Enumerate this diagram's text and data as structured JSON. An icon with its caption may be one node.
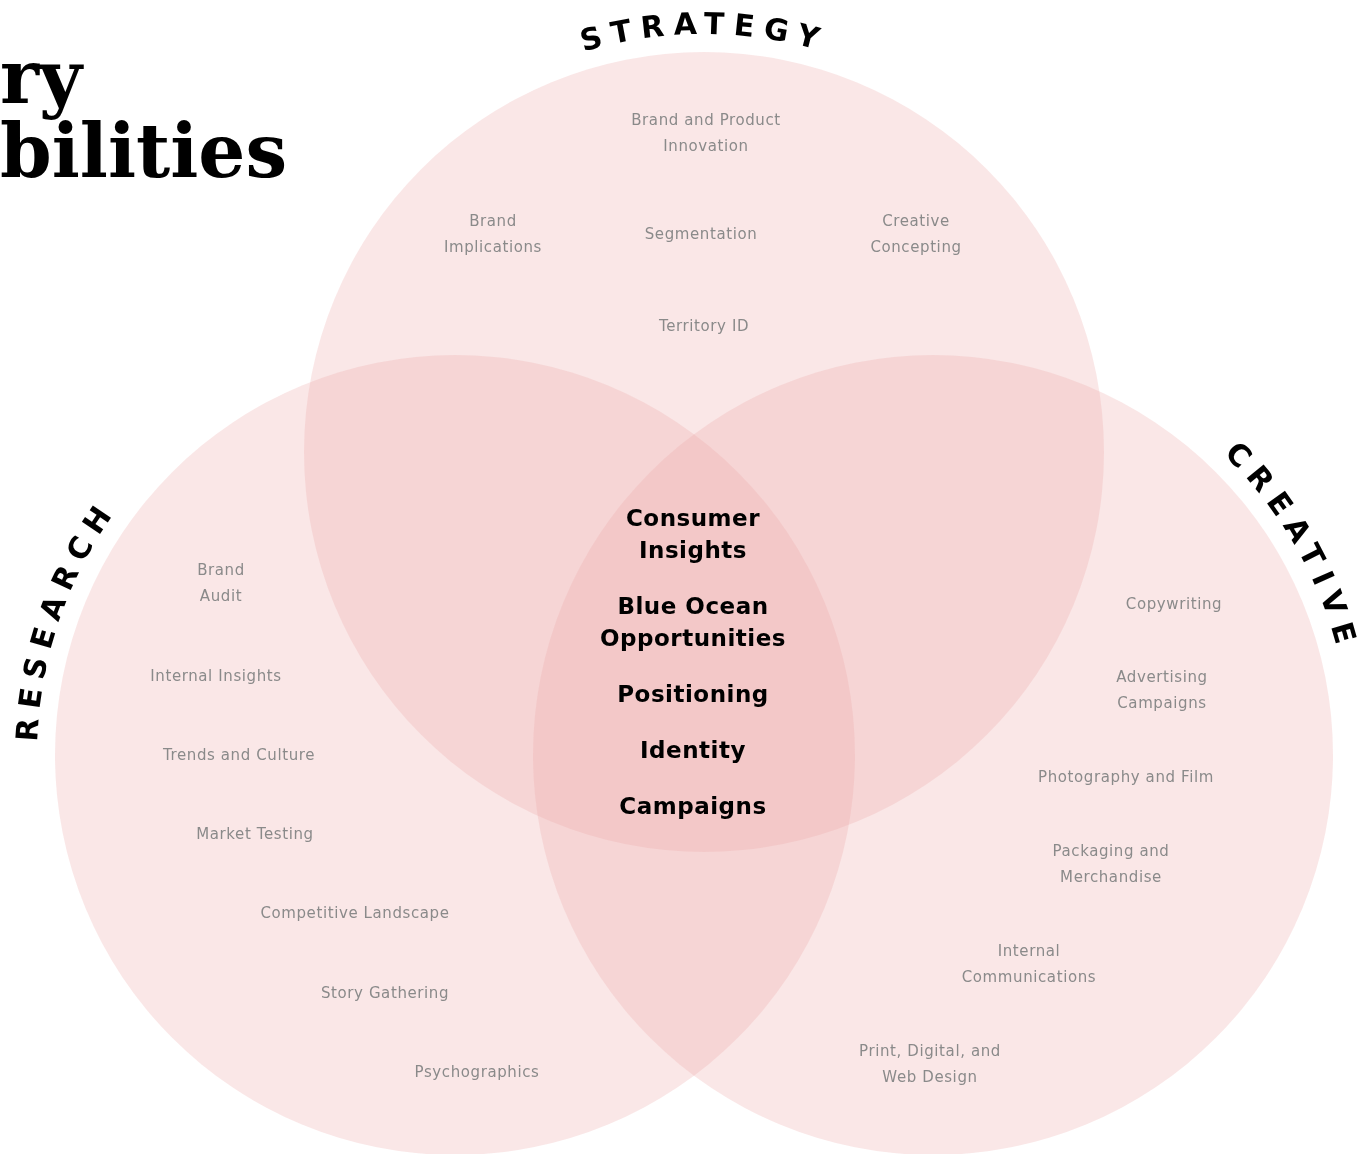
{
  "diagram": {
    "title": "ry bilities",
    "nodes": [
      {
        "text": [
          "STRATEGY"
        ]
      },
      {
        "text": [
          "RESEARCH"
        ]
      },
      {
        "text": [
          "CREATIVE"
        ]
      }
    ],
    "edges": [],
    "labels": [
      "Brand and Product Innovation",
      "Brand Implications",
      "Segmentation",
      "Creative Concepting",
      "Territory ID",
      "Consumer Insights",
      "Blue Ocean Opportunities",
      "Positioning",
      "Identity",
      "Campaigns",
      "Brand Audit",
      "Internal Insights",
      "Trends and Culture",
      "Market Testing",
      "Competitive Landscape",
      "Story Gathering",
      "Psychographics",
      "Copywriting",
      "Advertising Campaigns",
      "Photography and Film",
      "Packaging and Merchandise",
      "Internal Communications",
      "Print, Digital, and Web Design"
    ]
  }
}
